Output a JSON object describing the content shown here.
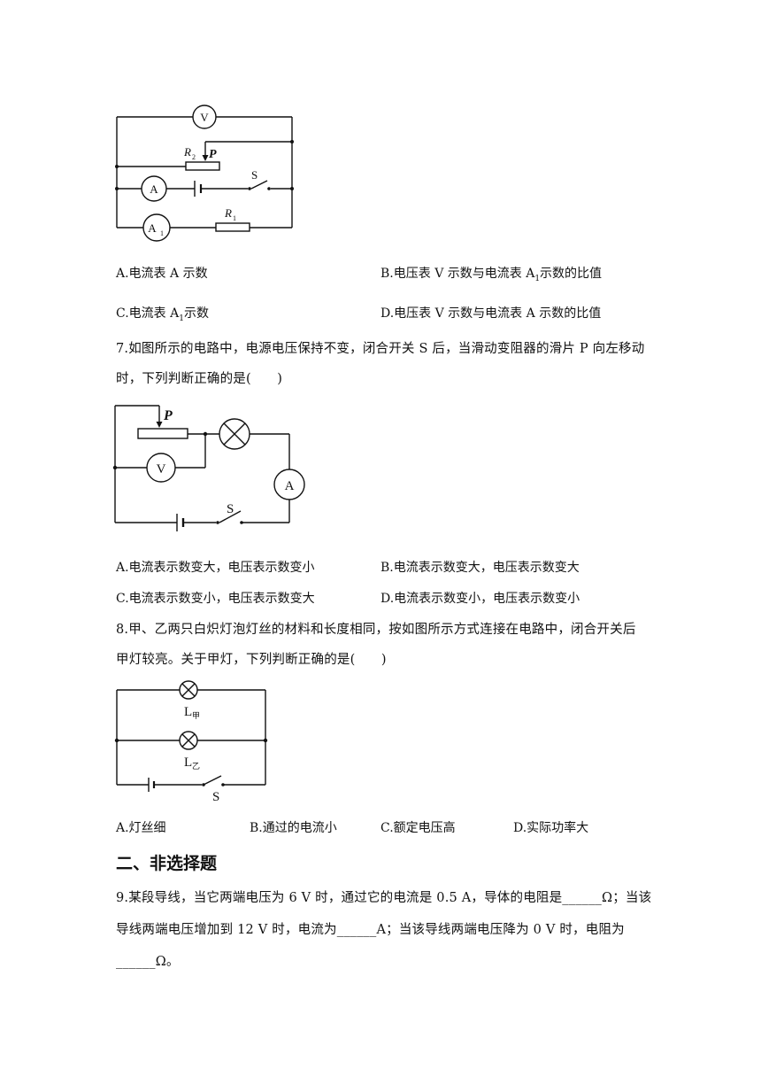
{
  "circuit1": {
    "voltmeter": "V",
    "ammeter": "A",
    "ammeter1": "A",
    "ammeter1_sub": "1",
    "r2": "R",
    "r2_sub": "2",
    "slider": "P",
    "switch": "S",
    "r1": "R",
    "r1_sub": "1"
  },
  "q6": {
    "options": {
      "a": "A.电流表 A 示数",
      "b_pre": "B.电压表 V 示数与电流表 A",
      "b_sub": "1",
      "b_post": "示数的比值",
      "c_pre": "C.电流表 A",
      "c_sub": "1",
      "c_post": "示数",
      "d": "D.电压表 V 示数与电流表 A 示数的比值"
    }
  },
  "q7": {
    "line1": "7.如图所示的电路中，电源电压保持不变，闭合开关 S 后，当滑动变阻器的滑片 P 向左移动",
    "line2": "时，下列判断正确的是(　　)",
    "circuit": {
      "slider": "P",
      "voltmeter": "V",
      "ammeter": "A",
      "switch": "S"
    },
    "options": {
      "a": "A.电流表示数变大，电压表示数变小",
      "b": "B.电流表示数变大，电压表示数变大",
      "c": "C.电流表示数变小，电压表示数变大",
      "d": "D.电流表示数变小，电压表示数变小"
    }
  },
  "q8": {
    "line1": "8.甲、乙两只白炽灯泡灯丝的材料和长度相同，按如图所示方式连接在电路中，闭合开关后",
    "line2": "甲灯较亮。关于甲灯，下列判断正确的是(　　)",
    "circuit": {
      "lamp1": "L",
      "lamp1_sub": "甲",
      "lamp2": "L",
      "lamp2_sub": "乙",
      "switch": "S"
    },
    "options": {
      "a": "A.灯丝细",
      "b": "B.通过的电流小",
      "c": "C.额定电压高",
      "d": "D.实际功率大"
    }
  },
  "section2": {
    "title": "二、非选择题"
  },
  "q9": {
    "line1": "9.某段导线，当它两端电压为 6 V 时，通过它的电流是 0.5 A，导体的电阻是______Ω；当该",
    "line2": "导线两端电压增加到 12 V 时，电流为______A；当该导线两端电压降为 0 V 时，电阻为",
    "line3": "______Ω。"
  }
}
